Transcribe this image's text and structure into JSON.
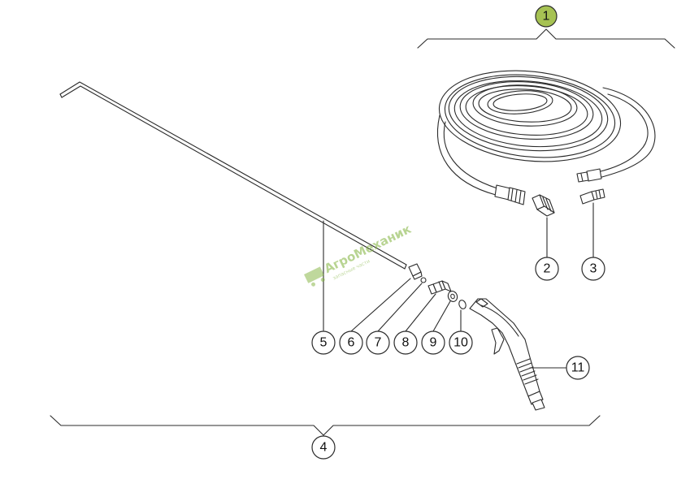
{
  "colors": {
    "highlight": "#a6c253",
    "line": "#2b2b2b",
    "watermark": "#7fb13a"
  },
  "watermark": {
    "text": "АгроМеханик",
    "subtext": "запасные части"
  },
  "callouts": {
    "c1": "1",
    "c2": "2",
    "c3": "3",
    "c4": "4",
    "c5": "5",
    "c6": "6",
    "c7": "7",
    "c8": "8",
    "c9": "9",
    "c10": "10",
    "c11": "11"
  }
}
